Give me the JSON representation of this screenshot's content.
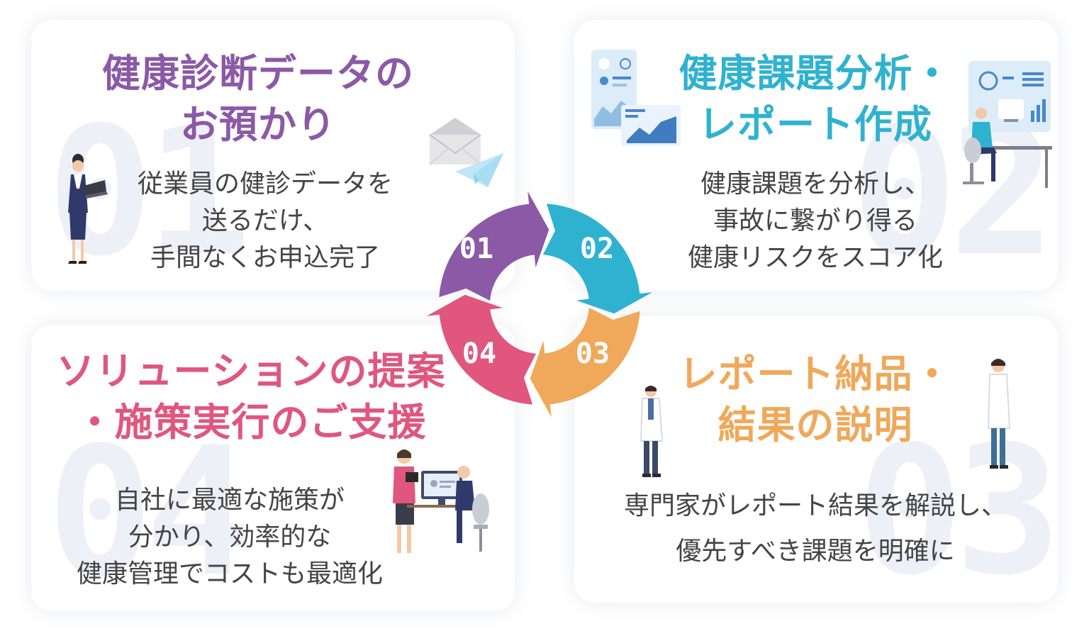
{
  "steps": [
    {
      "number": "01",
      "title_lines": [
        "健康診断データの",
        "お預かり"
      ],
      "desc_lines": [
        "従業員の健診データを",
        "送るだけ、",
        "手間なくお申込完了"
      ],
      "color": "#8b59a6"
    },
    {
      "number": "02",
      "title_lines": [
        "健康課題分析・",
        "レポート作成"
      ],
      "desc_lines": [
        "健康課題を分析し、",
        "事故に繋がり得る",
        "健康リスクをスコア化"
      ],
      "color": "#2fb2d0"
    },
    {
      "number": "03",
      "title_lines": [
        "レポート納品・",
        "結果の説明"
      ],
      "desc_lines": [
        "専門家がレポート結果を解説し、",
        "優先すべき課題を明確に"
      ],
      "color": "#f0a85a"
    },
    {
      "number": "04",
      "title_lines": [
        "ソリューションの提案",
        "・施策実行のご支援"
      ],
      "desc_lines": [
        "自社に最適な施策が",
        "分かり、効率的な",
        "健康管理でコストも最適化"
      ],
      "color": "#e0567e"
    }
  ],
  "colors": {
    "text_body": "#444444",
    "card_bg": "#ffffff",
    "number_watermark": "#eef0f8"
  },
  "icons": [
    "envelope-icon",
    "paper-plane-icon",
    "dashboard-chart-icon",
    "analyst-at-desk-icon",
    "doctor-icon",
    "consultation-icon",
    "businesswoman-laptop-icon"
  ]
}
